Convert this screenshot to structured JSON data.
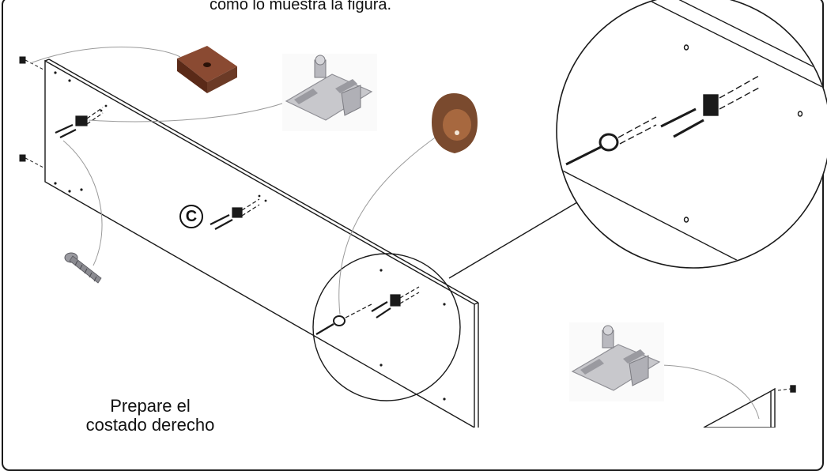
{
  "captions": {
    "top": "como lo muestra la figura.",
    "bottom_line1": "Prepare el",
    "bottom_line2": "costado derecho"
  },
  "marker": {
    "letter": "C"
  },
  "icons": [
    "panel",
    "hinge-plate",
    "hinge-plate",
    "screw",
    "rod-support-cup",
    "square-foot-pad",
    "dowel",
    "magnifier-circle"
  ],
  "colors": {
    "line": "#1a1a1a",
    "brown": "#6b3a26",
    "metal": "#c8c8cc",
    "leader": "#9a9a9a"
  }
}
